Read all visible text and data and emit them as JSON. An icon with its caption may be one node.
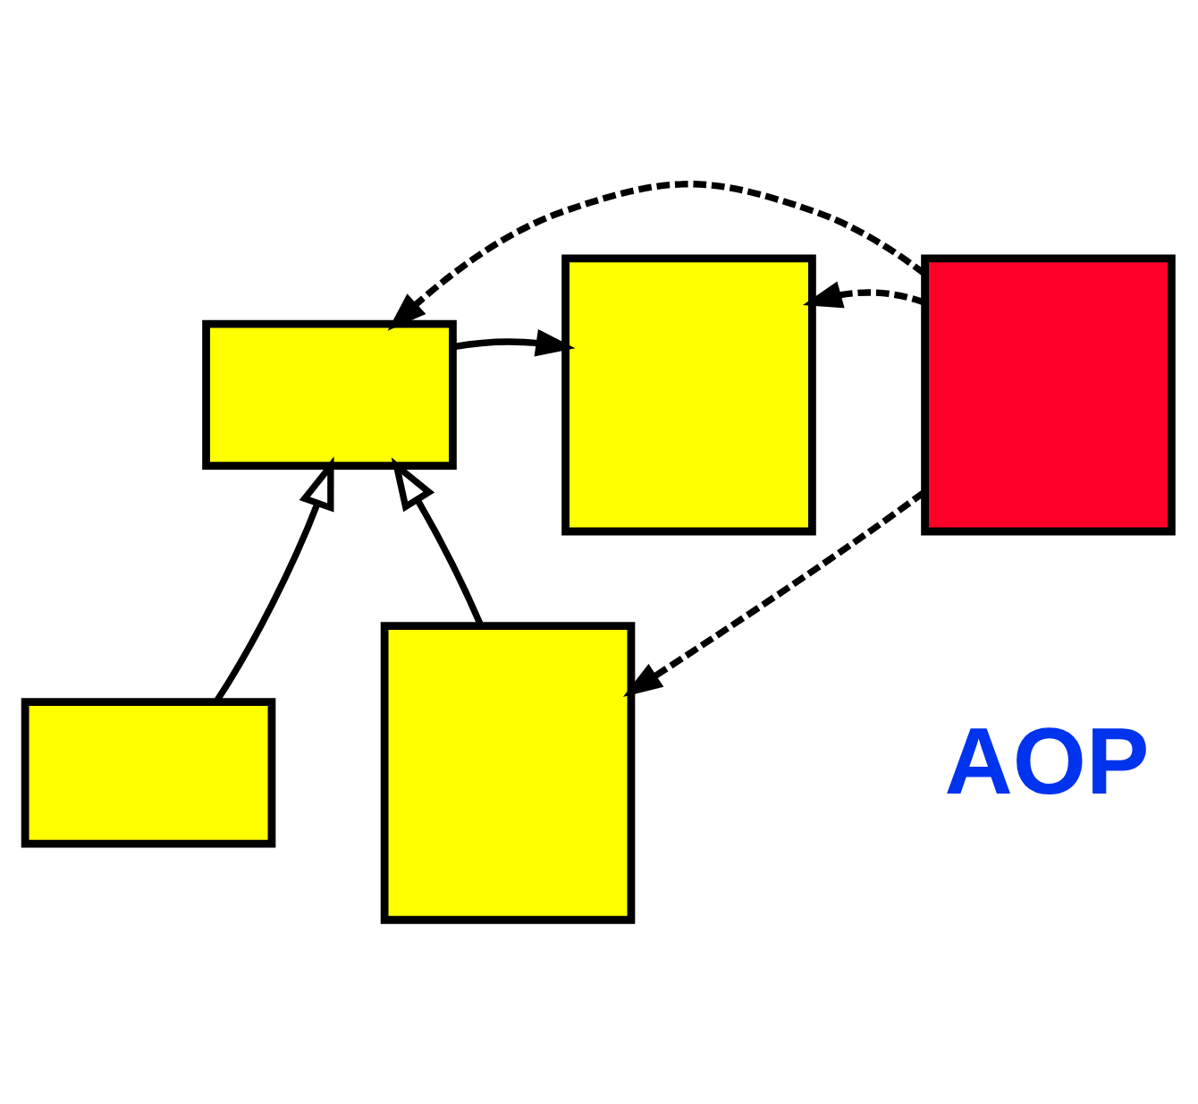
{
  "diagram": {
    "nodes": [
      {
        "text": [],
        "shape": "box"
      },
      {
        "text": [],
        "shape": "box"
      },
      {
        "text": [],
        "shape": "box"
      },
      {
        "text": [],
        "shape": "box"
      },
      {
        "text": [],
        "shape": "box"
      }
    ],
    "edges": [
      {
        "from": 0,
        "to": 1,
        "arrow": "to"
      },
      {
        "from": 3,
        "to": 0,
        "arrow": "to"
      },
      {
        "from": 4,
        "to": 0,
        "arrow": "to"
      },
      {
        "from": 2,
        "to": 0,
        "arrow": "to",
        "style": "dashed"
      },
      {
        "from": 2,
        "to": 1,
        "arrow": "to",
        "style": "dashed"
      },
      {
        "from": 2,
        "to": 4,
        "arrow": "to",
        "style": "dashed"
      }
    ],
    "labels": [
      "AOP"
    ]
  }
}
